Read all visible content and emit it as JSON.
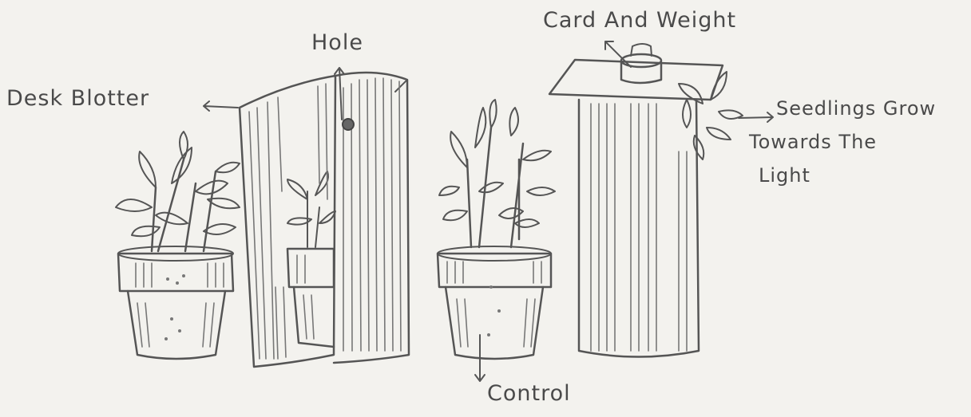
{
  "labels": {
    "desk_blotter": "Desk Blotter",
    "hole": "Hole",
    "card_and_weight": "Card And Weight",
    "seedlings_line1": "Seedlings Grow",
    "seedlings_line2": "Towards The",
    "seedlings_line3": "Light",
    "control": "Control"
  },
  "colors": {
    "paper": "#f3f2ee",
    "pencil": "#555555"
  }
}
